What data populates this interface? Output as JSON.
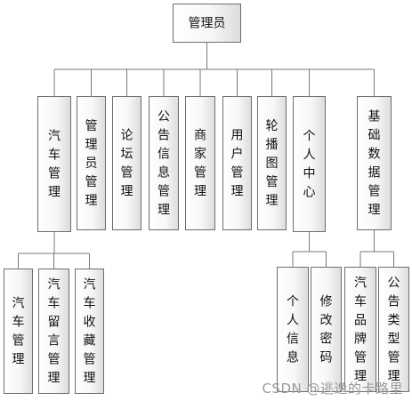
{
  "diagram": {
    "root": {
      "id": "admin",
      "text": "管理员"
    },
    "level1": [
      {
        "id": "car-mgmt",
        "text": "汽车管理"
      },
      {
        "id": "admin-mgmt",
        "text": "管理员管理"
      },
      {
        "id": "forum-mgmt",
        "text": "论坛管理"
      },
      {
        "id": "notice-mgmt",
        "text": "公告信息管理"
      },
      {
        "id": "merchant-mgmt",
        "text": "商家管理"
      },
      {
        "id": "user-mgmt",
        "text": "用户管理"
      },
      {
        "id": "carousel-mgmt",
        "text": "轮播图管理"
      },
      {
        "id": "personal-center",
        "text": "个人中心"
      },
      {
        "id": "basic-data-mgmt",
        "text": "基础数据管理"
      }
    ],
    "level2": [
      {
        "parent": "car-mgmt",
        "id": "car-sub-mgmt",
        "text": "汽车管理"
      },
      {
        "parent": "car-mgmt",
        "id": "car-comment-mgmt",
        "text": "汽车留言管理"
      },
      {
        "parent": "car-mgmt",
        "id": "car-favorite-mgmt",
        "text": "汽车收藏管理"
      },
      {
        "parent": "personal-center",
        "id": "personal-info",
        "text": "个人信息"
      },
      {
        "parent": "personal-center",
        "id": "change-password",
        "text": "修改密码"
      },
      {
        "parent": "basic-data-mgmt",
        "id": "car-brand-mgmt",
        "text": "汽车品牌管理"
      },
      {
        "parent": "basic-data-mgmt",
        "id": "notice-type-mgmt",
        "text": "公告类型管理"
      }
    ]
  },
  "watermark": "CSDN @逃逸的卡路里"
}
